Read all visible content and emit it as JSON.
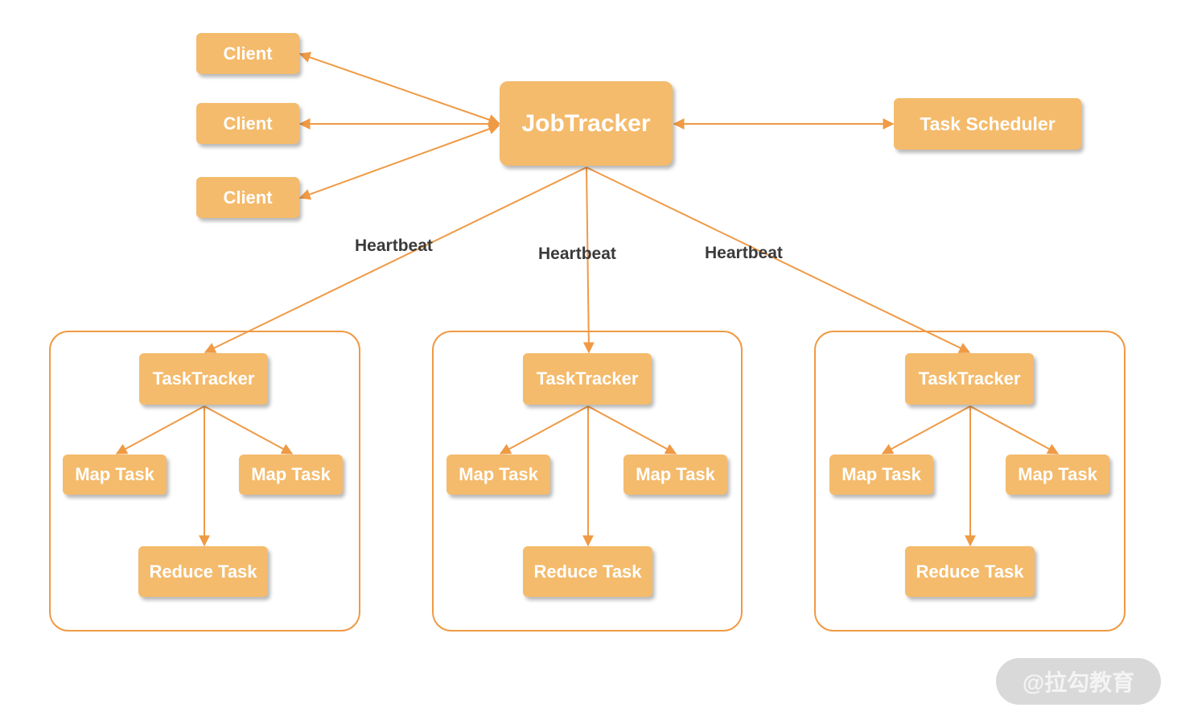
{
  "diagram": {
    "clients": [
      "Client",
      "Client",
      "Client"
    ],
    "job_tracker": "JobTracker",
    "task_scheduler": "Task Scheduler",
    "heartbeat_labels": [
      "Heartbeat",
      "Heartbeat",
      "Heartbeat"
    ],
    "nodes": [
      {
        "task_tracker": "TaskTracker",
        "map_tasks": [
          "Map Task",
          "Map Task"
        ],
        "reduce_task": "Reduce Task"
      },
      {
        "task_tracker": "TaskTracker",
        "map_tasks": [
          "Map Task",
          "Map Task"
        ],
        "reduce_task": "Reduce Task"
      },
      {
        "task_tracker": "TaskTracker",
        "map_tasks": [
          "Map Task",
          "Map Task"
        ],
        "reduce_task": "Reduce Task"
      }
    ],
    "colors": {
      "box_fill": "#f4bb6c",
      "line": "#ef9a45",
      "text": "#ffffff",
      "label": "#3a3a3a"
    }
  },
  "watermark": "@拉勾教育"
}
